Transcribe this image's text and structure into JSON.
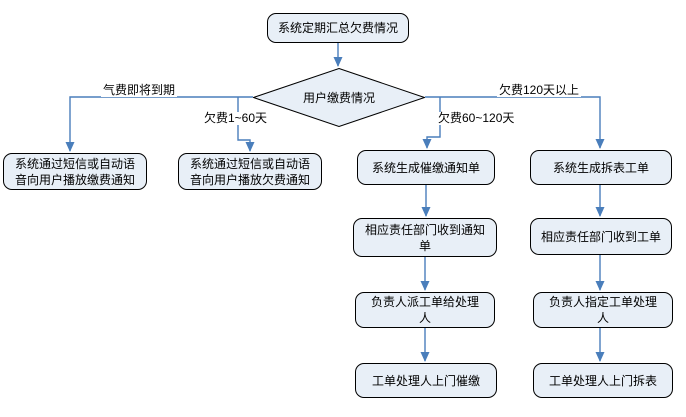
{
  "flowchart": {
    "start_node": "系统定期汇总欠费情况",
    "decision_node": "用户缴费情况",
    "branch_labels": {
      "gas_due": "气费即将到期",
      "days_1_60": "欠费1~60天",
      "days_60_120": "欠费60~120天",
      "days_120_plus": "欠费120天以上"
    },
    "columns": {
      "notify_payment": "系统通过短信或自动语音向用户播放缴费通知",
      "notify_arrears": "系统通过短信或自动语音向用户播放欠费通知",
      "reminder": [
        "系统生成催缴通知单",
        "相应责任部门收到通知单",
        "负责人派工单给处理人",
        "工单处理人上门催缴"
      ],
      "removal": [
        "系统生成拆表工单",
        "相应责任部门收到工单",
        "负责人指定工单处理人",
        "工单处理人上门拆表"
      ]
    },
    "colors": {
      "node_fill": "#e8eff7",
      "node_border": "#000000",
      "connector": "#4a7ebb",
      "text": "#000000"
    }
  }
}
